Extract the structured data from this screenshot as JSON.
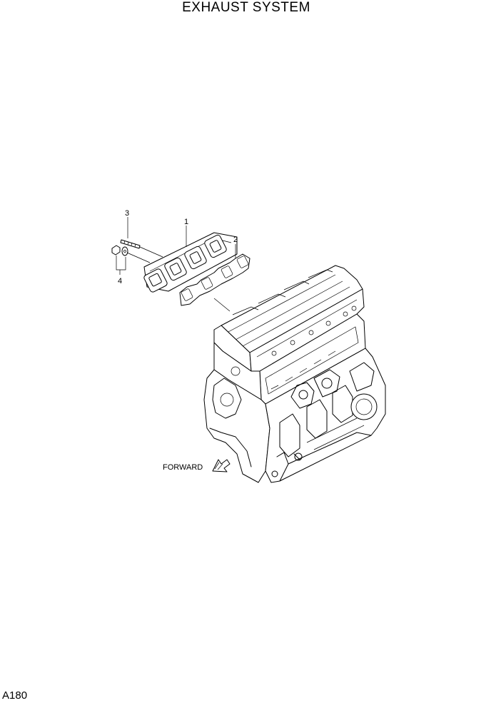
{
  "title": "EXHAUST SYSTEM",
  "page_code": "A180",
  "callouts": [
    {
      "label": "1",
      "part": "exhaust manifold"
    },
    {
      "label": "2",
      "part": "gasket"
    },
    {
      "label": "3",
      "part": "stud"
    },
    {
      "label": "4",
      "part": "nut and washer"
    }
  ],
  "direction_label": "FORWARD",
  "icons": [
    "forward-arrow-icon"
  ]
}
